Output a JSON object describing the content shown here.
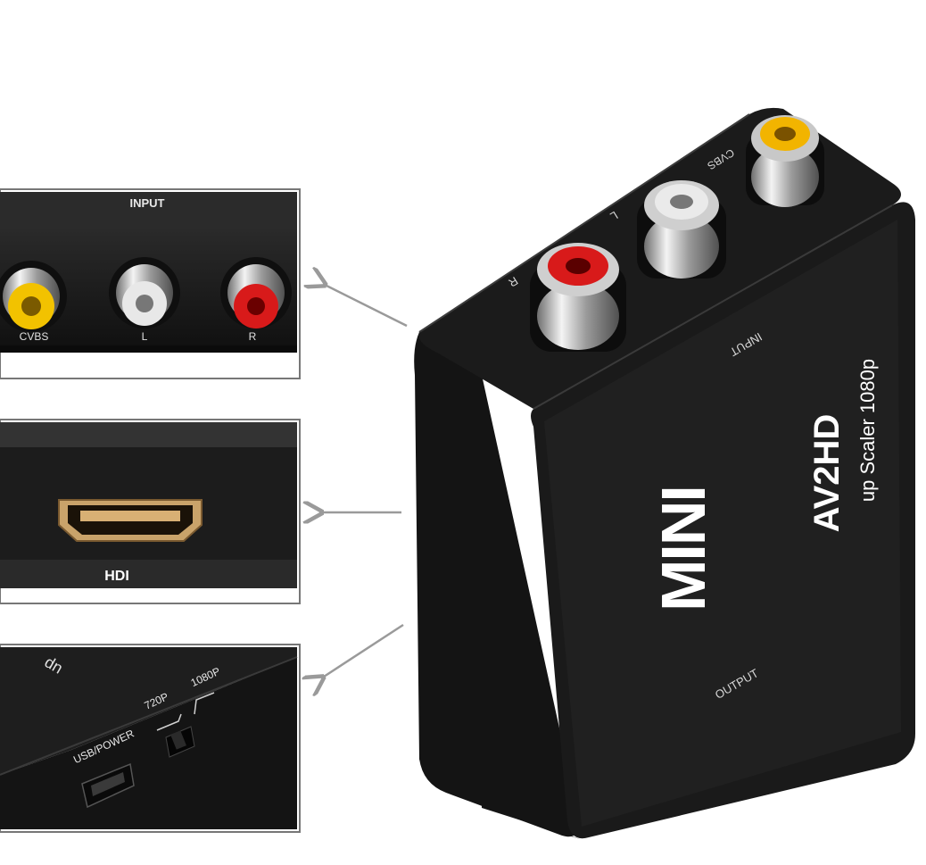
{
  "device": {
    "brand": "MINI",
    "model": "AV2HD",
    "subtitle": "up Scaler 1080p",
    "top_label_input": "INPUT",
    "top_label_output": "OUTPUT",
    "port_cvbs": "CVBS",
    "port_l": "L",
    "port_r": "R"
  },
  "panel_input": {
    "header": "INPUT",
    "port_labels": [
      "CVBS",
      "L",
      "R"
    ]
  },
  "panel_hdmi": {
    "label": "HDI"
  },
  "panel_power": {
    "usb_label": "USB/POWER",
    "res_720": "720P",
    "res_1080": "1080P",
    "partial_text": "up"
  },
  "colors": {
    "body_black": "#1a1a1a",
    "rca_yellow": "#f2c200",
    "rca_white": "#e8e8e8",
    "rca_red": "#d81a1a",
    "arrow_gray": "#9a9a9a"
  }
}
